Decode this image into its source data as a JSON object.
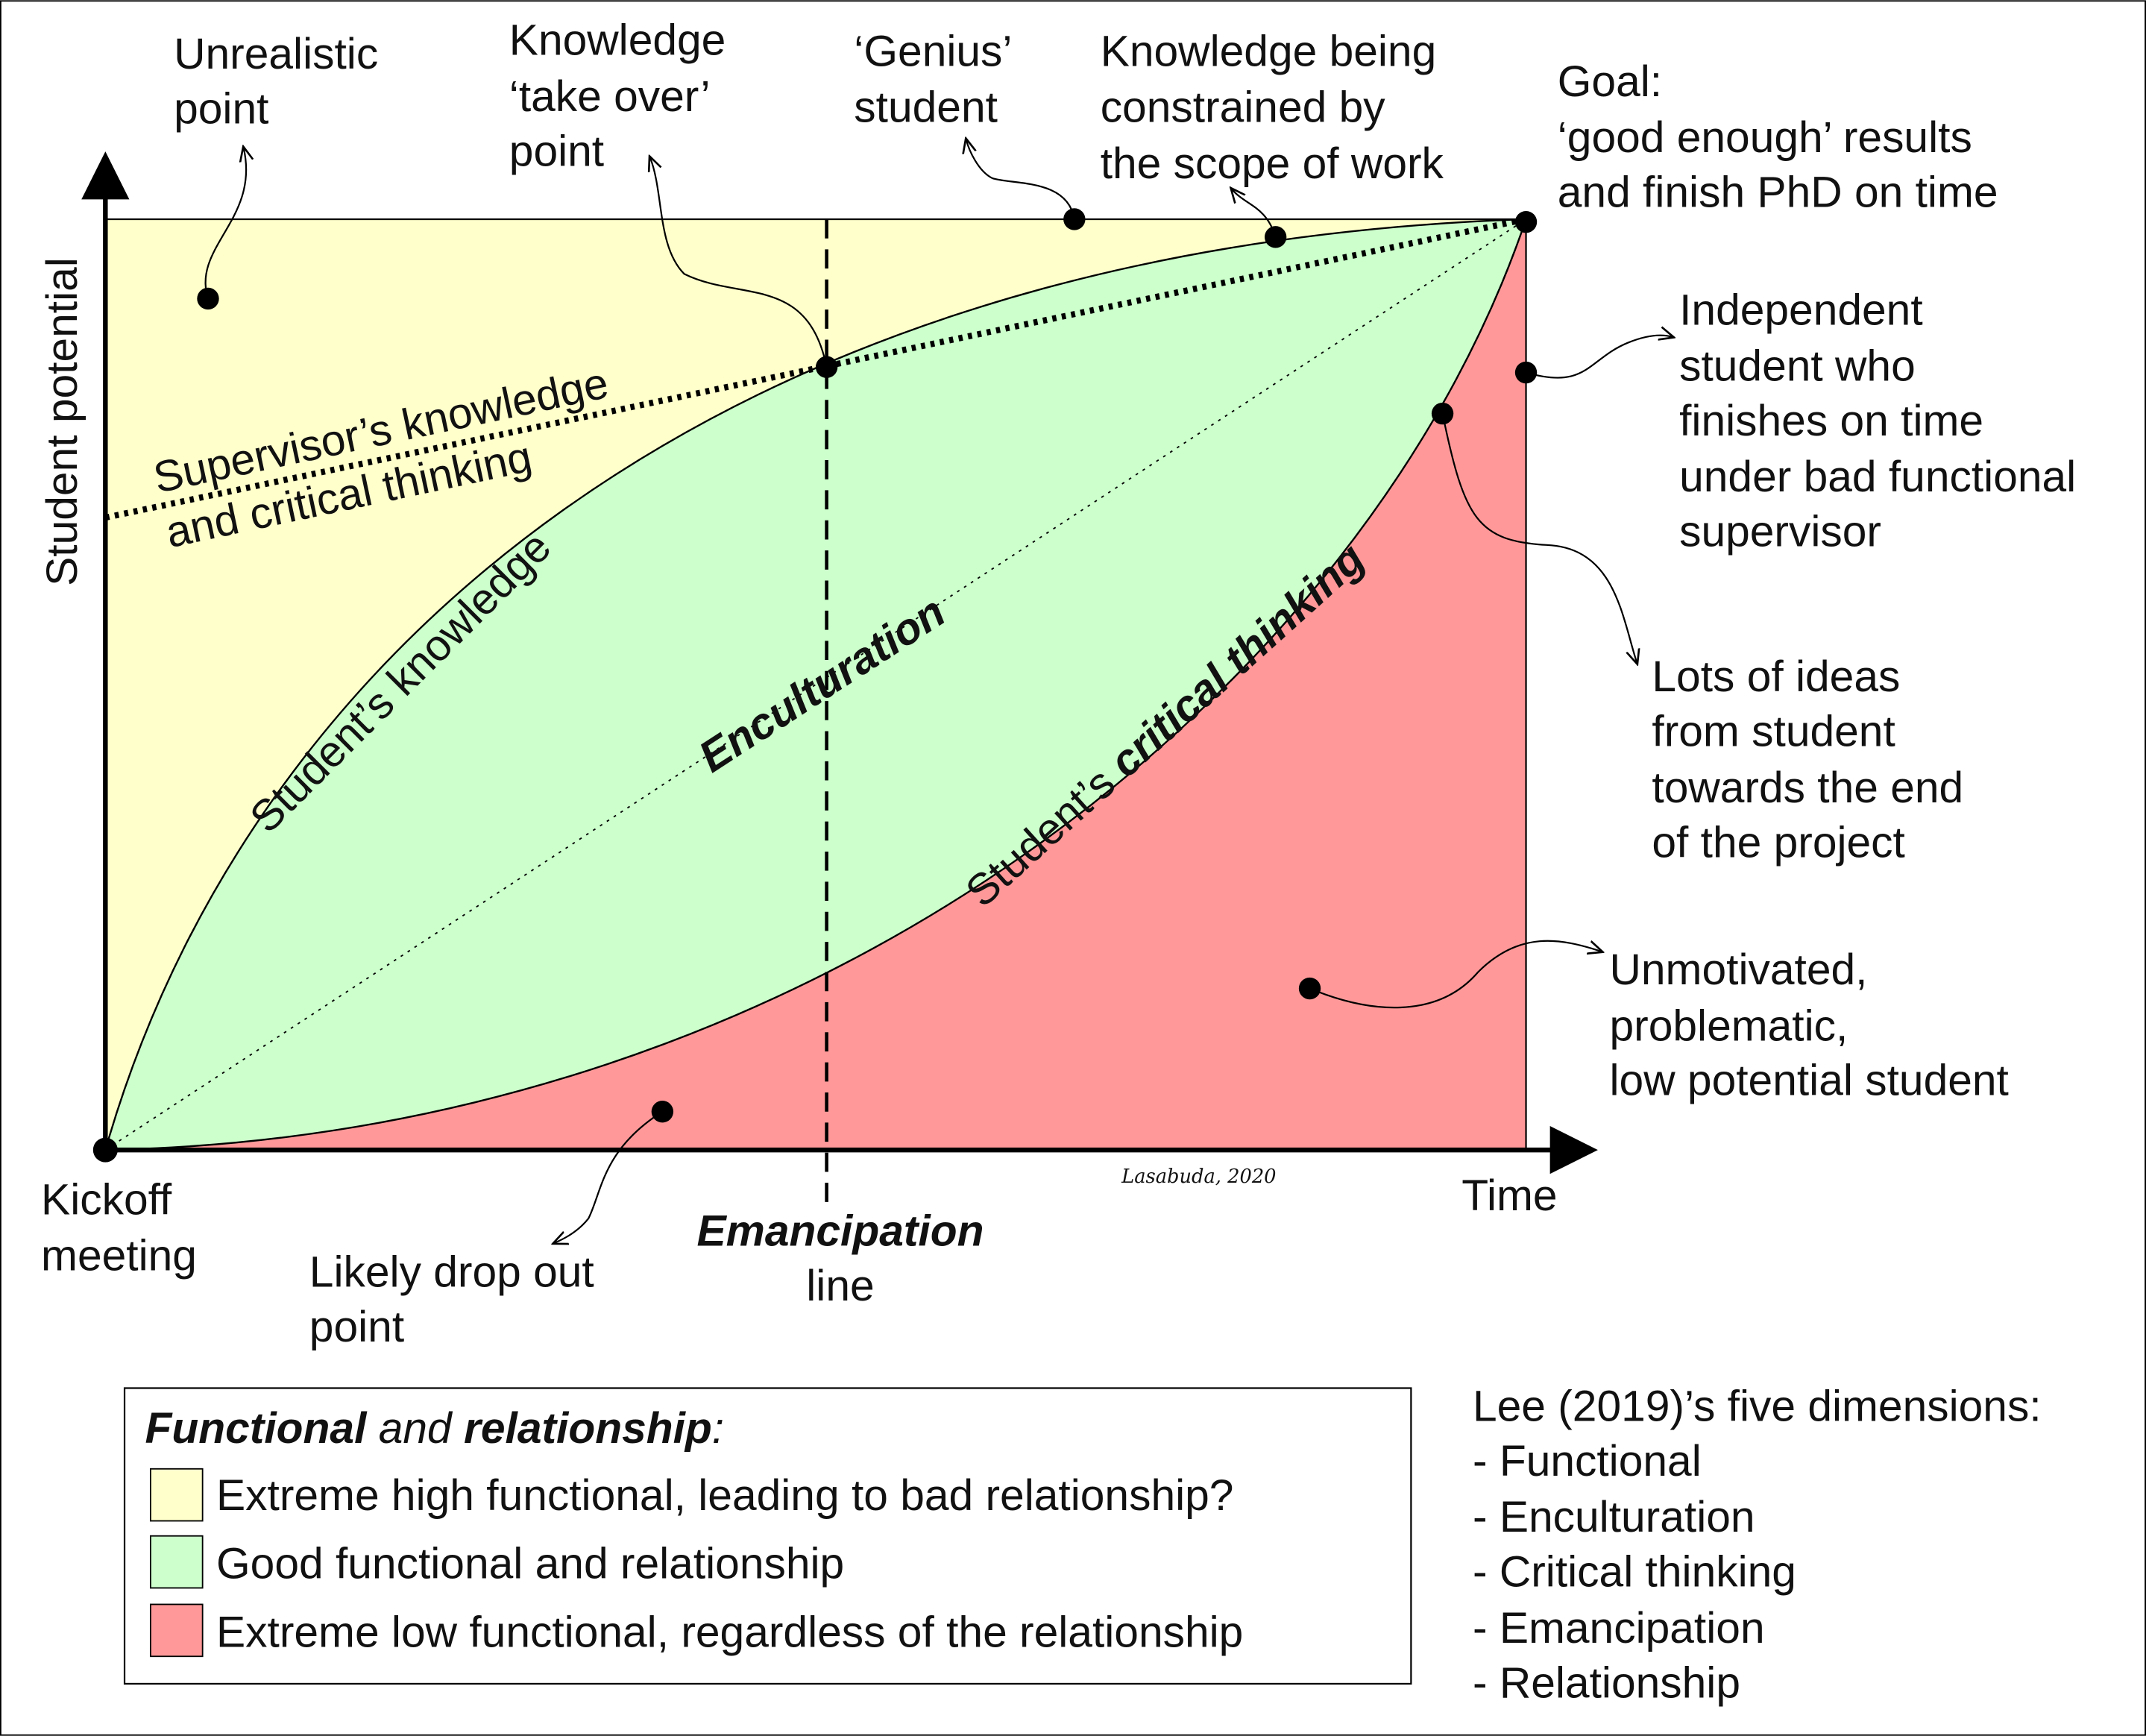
{
  "axes": {
    "y_label": "Student potential",
    "x_label": "Time",
    "origin_label": [
      "Kickoff",
      "meeting"
    ]
  },
  "curves": {
    "supervisor": [
      "Supervisor’s knowledge",
      "and critical thinking"
    ],
    "knowledge": "Student’s knowledge",
    "critical_prefix": "Student’s ",
    "critical_bold": "critical thinking",
    "enculturation": "Enculturation"
  },
  "emancipation": {
    "bold": "Emancipation",
    "line": "line"
  },
  "annotations": {
    "unrealistic": [
      "Unrealistic",
      "point"
    ],
    "takeover": [
      "Knowledge",
      "‘take over’",
      "point"
    ],
    "genius": [
      "‘Genius’",
      "student"
    ],
    "constrained": [
      "Knowledge being",
      "constrained by",
      "the scope of work"
    ],
    "goal": [
      "Goal:",
      "‘good enough’ results",
      "and finish PhD on time"
    ],
    "independent": [
      "Independent",
      "student who",
      "finishes on time",
      "under bad functional",
      "supervisor"
    ],
    "ideas": [
      "Lots of ideas",
      "from student",
      "towards the end",
      "of the project"
    ],
    "unmotivated": [
      "Unmotivated,",
      "problematic,",
      "low potential student"
    ],
    "dropout": [
      "Likely drop out",
      "point"
    ]
  },
  "signature": "Lasabuda, 2020",
  "legend": {
    "title_bold1": "Functional",
    "title_mid": " and ",
    "title_bold2": "relationship",
    "title_end": ":",
    "items": [
      {
        "label": "Extreme high functional, leading to bad relationship?",
        "color": "#ffffcc"
      },
      {
        "label": "Good functional and relationship",
        "color": "#ccffcc"
      },
      {
        "label": "Extreme low functional, regardless of the relationship",
        "color": "#ff9999"
      }
    ]
  },
  "dimensions": {
    "title": "Lee (2019)’s five dimensions:",
    "items": [
      "- Functional",
      "- Enculturation",
      "- Critical thinking",
      "- Emancipation",
      "- Relationship"
    ]
  }
}
